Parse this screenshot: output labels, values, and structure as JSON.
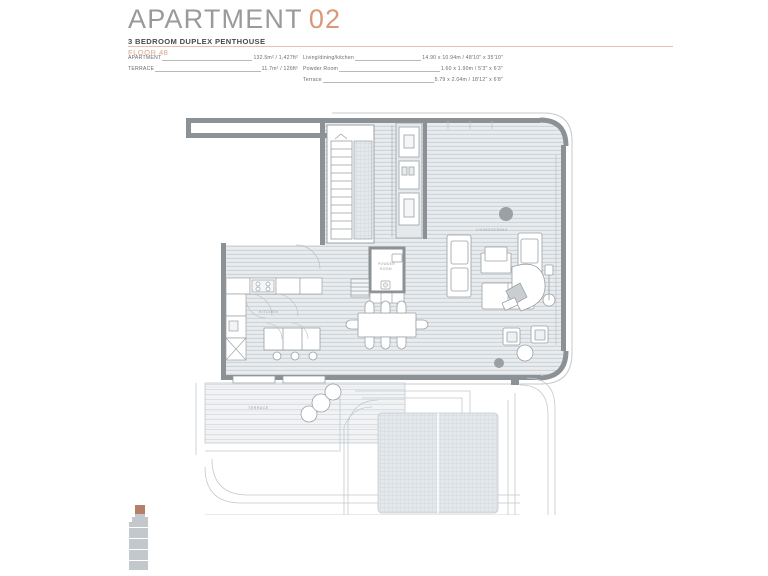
{
  "header": {
    "title_main": "APARTMENT",
    "title_number": "02",
    "subtitle": "3 BEDROOM DUPLEX PENTHOUSE",
    "floor": "FLOOR 48",
    "accent_color": "#d99878",
    "rule_color": "#e3c3b0"
  },
  "specs": {
    "left": [
      {
        "label": "APARTMENT",
        "value": "132.5m² / 1,427ft²"
      },
      {
        "label": "TERRACE",
        "value": "11.7m² / 126ft²"
      }
    ],
    "right": [
      {
        "label": "Living/dining/kitchen",
        "value": "14.90 x 10.94m / 48'10\" x 35'10\""
      },
      {
        "label": "Powder Room",
        "value": "1.60 x 1.90m / 5'3\" x 6'3\""
      },
      {
        "label": "Terrace",
        "value": "5.79 x 2.04m / 18'12\" x 6'8\""
      }
    ]
  },
  "plan": {
    "rooms": [
      {
        "id": "living-dining",
        "label": "LIVING/DINING"
      },
      {
        "id": "powder-room",
        "label": "POWDER ROOM"
      },
      {
        "id": "kitchen",
        "label": "KITCHEN"
      },
      {
        "id": "terrace",
        "label": "TERRACE"
      }
    ],
    "colors": {
      "wall": "#8b9194",
      "wall_light": "#b9bfc2",
      "floor_hatch": "#d6dade",
      "furniture_stroke": "#9aa0a4",
      "furniture_fill": "#ffffff",
      "label_text": "#9aa0a4",
      "thin_line": "#c4c9cc",
      "terrace_fill": "#e8ebed"
    }
  },
  "key_diagram": {
    "name": "building-elevation-key",
    "highlight_color": "#b5806a",
    "body_color": "#c3c8cc"
  }
}
